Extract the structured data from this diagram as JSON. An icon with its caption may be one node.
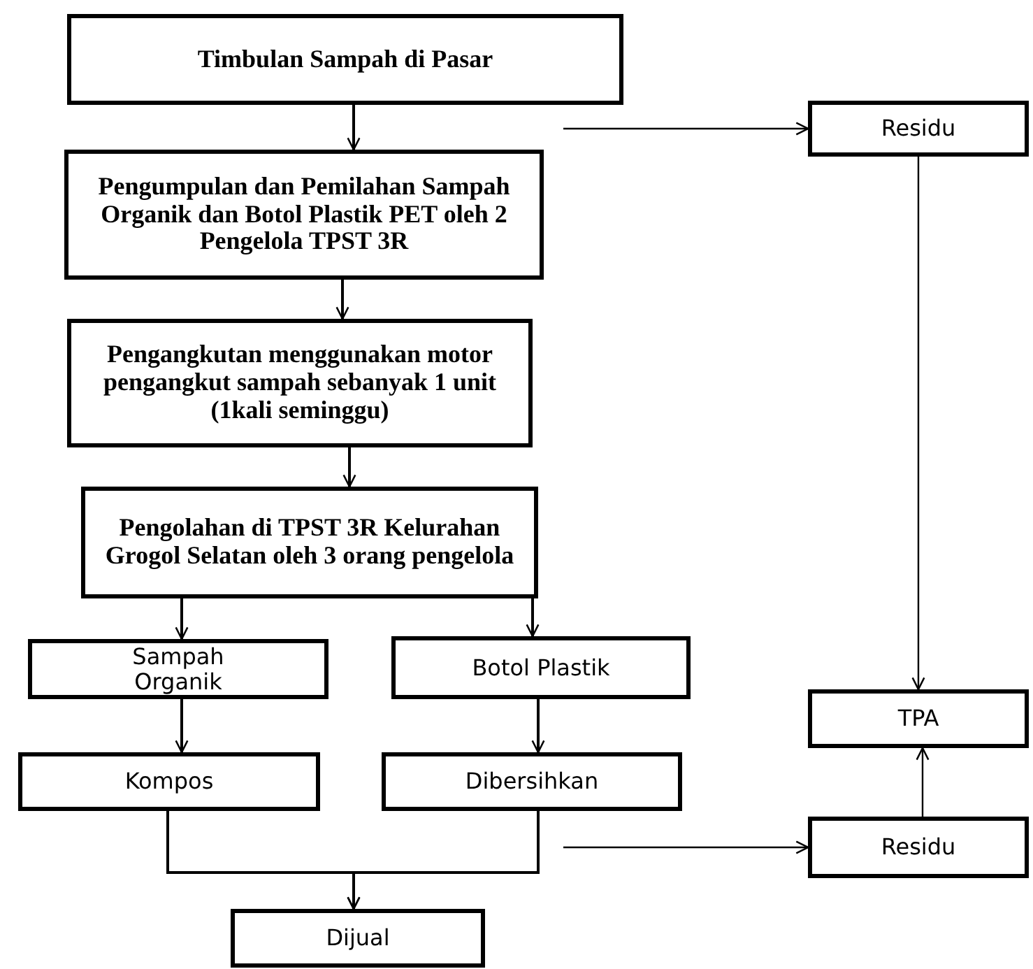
{
  "diagram": {
    "nodes": [
      {
        "text": [
          "Timbulan Sampah di Pasar"
        ]
      },
      {
        "text": [
          "Residu"
        ]
      },
      {
        "text": [
          "Pengumpulan dan Pemilahan Sampah Organik dan Botol Plastik PET oleh 2 Pengelola TPST 3R"
        ]
      },
      {
        "text": [
          "Pengangkutan menggunakan motor pengangkut sampah sebanyak 1 unit (1kali seminggu)"
        ]
      },
      {
        "text": [
          "Pengolahan di TPST 3R Kelurahan Grogol Selatan oleh 3 orang pengelola"
        ]
      },
      {
        "text": [
          "Sampah Organik"
        ]
      },
      {
        "text": [
          "Botol Plastik"
        ]
      },
      {
        "text": [
          "TPA"
        ]
      },
      {
        "text": [
          "Kompos"
        ]
      },
      {
        "text": [
          "Dibersihkan"
        ]
      },
      {
        "text": [
          "Residu"
        ]
      },
      {
        "text": [
          "Dijual"
        ]
      }
    ],
    "edges": [
      {
        "from": 0,
        "to": 2,
        "arrow": "to"
      },
      {
        "from": 2,
        "to": 3,
        "arrow": "to"
      },
      {
        "from": 3,
        "to": 4,
        "arrow": "to"
      },
      {
        "from": 4,
        "to": 5,
        "arrow": "to"
      },
      {
        "from": 4,
        "to": 6,
        "arrow": "to"
      },
      {
        "from": 5,
        "to": 8,
        "arrow": "to"
      },
      {
        "from": 6,
        "to": 9,
        "arrow": "to"
      },
      {
        "from": 8,
        "to": 11,
        "arrow": "to"
      },
      {
        "from": 9,
        "to": 11,
        "arrow": "to"
      },
      {
        "from": null,
        "to": 1,
        "arrow": "to"
      },
      {
        "from": 1,
        "to": 7,
        "arrow": "to"
      },
      {
        "from": 10,
        "to": 7,
        "arrow": "to"
      },
      {
        "from": null,
        "to": 10,
        "arrow": "to"
      }
    ]
  }
}
